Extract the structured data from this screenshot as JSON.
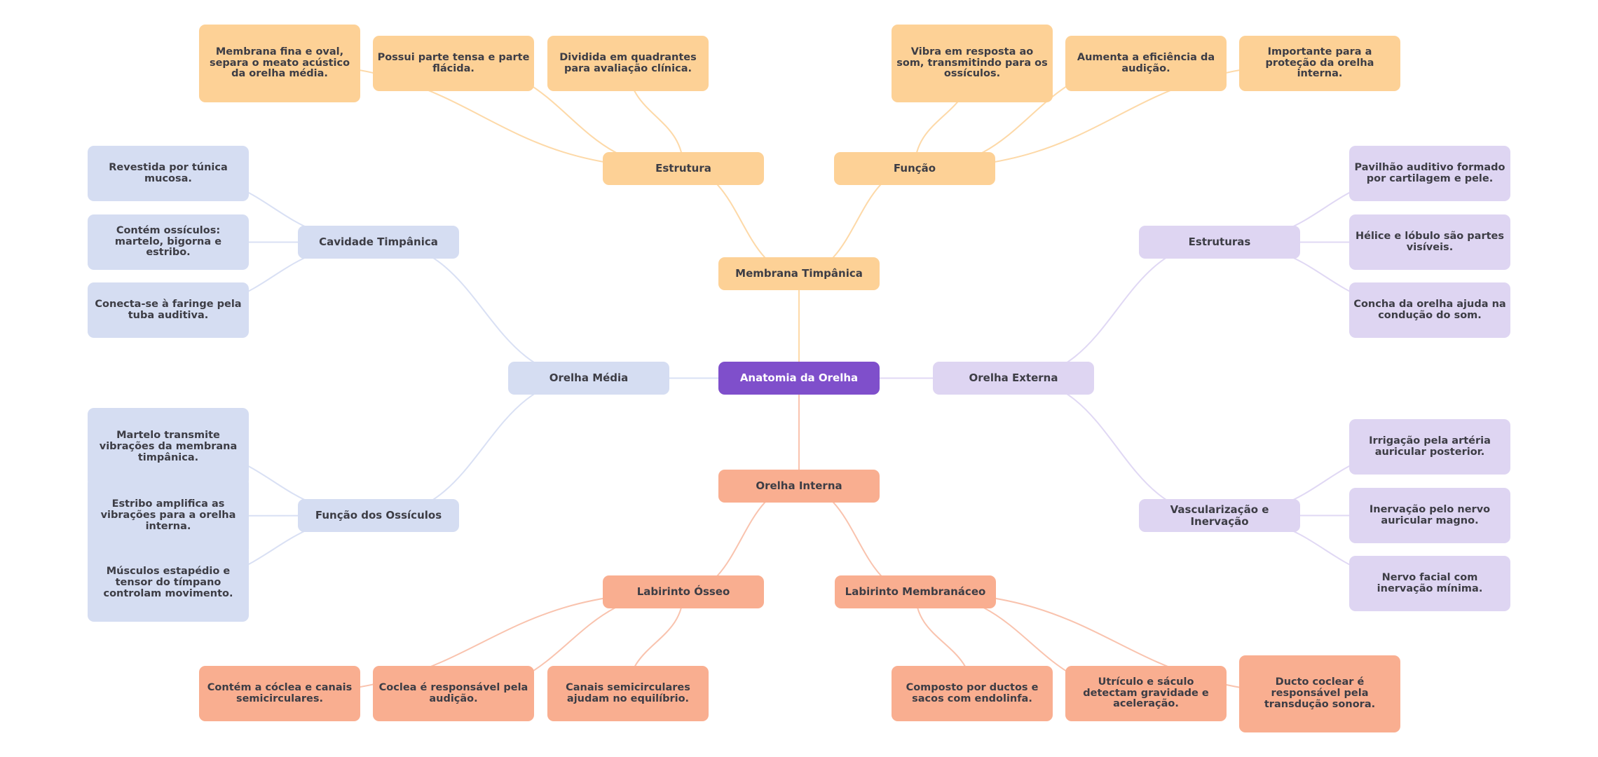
{
  "title": "Anatomia da Orelha",
  "palette": {
    "root": {
      "fill": "#7f4fcb",
      "edge": "#d9d3ee"
    },
    "orange": {
      "fill": "#fdd196",
      "edge": "#fdd9a8"
    },
    "blue": {
      "fill": "#d5ddf2",
      "edge": "#d9e0f4"
    },
    "purple": {
      "fill": "#ded5f2",
      "edge": "#e0d8f4"
    },
    "salmon": {
      "fill": "#f9ae90",
      "edge": "#f9c3ae"
    }
  },
  "nodes": [
    {
      "id": "root",
      "label": "Anatomia da Orelha",
      "color": "root",
      "level": 0
    },
    {
      "id": "membrana",
      "label": "Membrana Timpânica",
      "color": "orange",
      "level": 1,
      "parent": "root"
    },
    {
      "id": "estrutura",
      "label": "Estrutura",
      "color": "orange",
      "level": 2,
      "parent": "membrana"
    },
    {
      "id": "funcao",
      "label": "Função",
      "color": "orange",
      "level": 2,
      "parent": "membrana"
    },
    {
      "id": "e1",
      "label": "Membrana fina e oval, separa o meato acústico da orelha média.",
      "color": "orange",
      "level": 3,
      "parent": "estrutura"
    },
    {
      "id": "e2",
      "label": "Possui parte tensa e parte flácida.",
      "color": "orange",
      "level": 3,
      "parent": "estrutura"
    },
    {
      "id": "e3",
      "label": "Dividida em quadrantes para avaliação clínica.",
      "color": "orange",
      "level": 3,
      "parent": "estrutura"
    },
    {
      "id": "f1",
      "label": "Vibra em resposta ao som, transmitindo para os ossículos.",
      "color": "orange",
      "level": 3,
      "parent": "funcao"
    },
    {
      "id": "f2",
      "label": "Aumenta a eficiência da audição.",
      "color": "orange",
      "level": 3,
      "parent": "funcao"
    },
    {
      "id": "f3",
      "label": "Importante para a proteção da orelha interna.",
      "color": "orange",
      "level": 3,
      "parent": "funcao"
    },
    {
      "id": "media",
      "label": "Orelha Média",
      "color": "blue",
      "level": 1,
      "parent": "root"
    },
    {
      "id": "cavidade",
      "label": "Cavidade Timpânica",
      "color": "blue",
      "level": 2,
      "parent": "media"
    },
    {
      "id": "ossiculos",
      "label": "Função dos Ossículos",
      "color": "blue",
      "level": 2,
      "parent": "media"
    },
    {
      "id": "c1",
      "label": "Revestida por túnica mucosa.",
      "color": "blue",
      "level": 3,
      "parent": "cavidade"
    },
    {
      "id": "c2",
      "label": "Contém ossículos: martelo, bigorna e estribo.",
      "color": "blue",
      "level": 3,
      "parent": "cavidade"
    },
    {
      "id": "c3",
      "label": "Conecta-se à faringe pela tuba auditiva.",
      "color": "blue",
      "level": 3,
      "parent": "cavidade"
    },
    {
      "id": "o1",
      "label": "Martelo transmite vibrações da membrana timpânica.",
      "color": "blue",
      "level": 3,
      "parent": "ossiculos"
    },
    {
      "id": "o2",
      "label": "Estribo amplifica as vibrações para a orelha interna.",
      "color": "blue",
      "level": 3,
      "parent": "ossiculos"
    },
    {
      "id": "o3",
      "label": "Músculos estapédio e tensor do tímpano controlam movimento.",
      "color": "blue",
      "level": 3,
      "parent": "ossiculos"
    },
    {
      "id": "externa",
      "label": "Orelha Externa",
      "color": "purple",
      "level": 1,
      "parent": "root"
    },
    {
      "id": "estruturas",
      "label": "Estruturas",
      "color": "purple",
      "level": 2,
      "parent": "externa"
    },
    {
      "id": "vasc",
      "label": "Vascularização e Inervação",
      "color": "purple",
      "level": 2,
      "parent": "externa"
    },
    {
      "id": "s1",
      "label": "Pavilhão auditivo formado por cartilagem e pele.",
      "color": "purple",
      "level": 3,
      "parent": "estruturas"
    },
    {
      "id": "s2",
      "label": "Hélice e lóbulo são partes visíveis.",
      "color": "purple",
      "level": 3,
      "parent": "estruturas"
    },
    {
      "id": "s3",
      "label": "Concha da orelha ajuda na condução do som.",
      "color": "purple",
      "level": 3,
      "parent": "estruturas"
    },
    {
      "id": "v1",
      "label": "Irrigação pela artéria auricular posterior.",
      "color": "purple",
      "level": 3,
      "parent": "vasc"
    },
    {
      "id": "v2",
      "label": "Inervação pelo nervo auricular magno.",
      "color": "purple",
      "level": 3,
      "parent": "vasc"
    },
    {
      "id": "v3",
      "label": "Nervo facial com inervação mínima.",
      "color": "purple",
      "level": 3,
      "parent": "vasc"
    },
    {
      "id": "interna",
      "label": "Orelha Interna",
      "color": "salmon",
      "level": 1,
      "parent": "root"
    },
    {
      "id": "osseo",
      "label": "Labirinto Ósseo",
      "color": "salmon",
      "level": 2,
      "parent": "interna"
    },
    {
      "id": "membranaceo",
      "label": "Labirinto Membranáceo",
      "color": "salmon",
      "level": 2,
      "parent": "interna"
    },
    {
      "id": "b1",
      "label": "Contém a cóclea e canais semicirculares.",
      "color": "salmon",
      "level": 3,
      "parent": "osseo"
    },
    {
      "id": "b2",
      "label": "Coclea é responsável pela audição.",
      "color": "salmon",
      "level": 3,
      "parent": "osseo"
    },
    {
      "id": "b3",
      "label": "Canais semicirculares ajudam no equilíbrio.",
      "color": "salmon",
      "level": 3,
      "parent": "osseo"
    },
    {
      "id": "m1",
      "label": "Composto por ductos e sacos com endolinfa.",
      "color": "salmon",
      "level": 3,
      "parent": "membranaceo"
    },
    {
      "id": "m2",
      "label": "Utrículo e sáculo detectam gravidade e aceleração.",
      "color": "salmon",
      "level": 3,
      "parent": "membranaceo"
    },
    {
      "id": "m3",
      "label": "Ducto coclear é responsável pela transdução sonora.",
      "color": "salmon",
      "level": 3,
      "parent": "membranaceo"
    }
  ]
}
